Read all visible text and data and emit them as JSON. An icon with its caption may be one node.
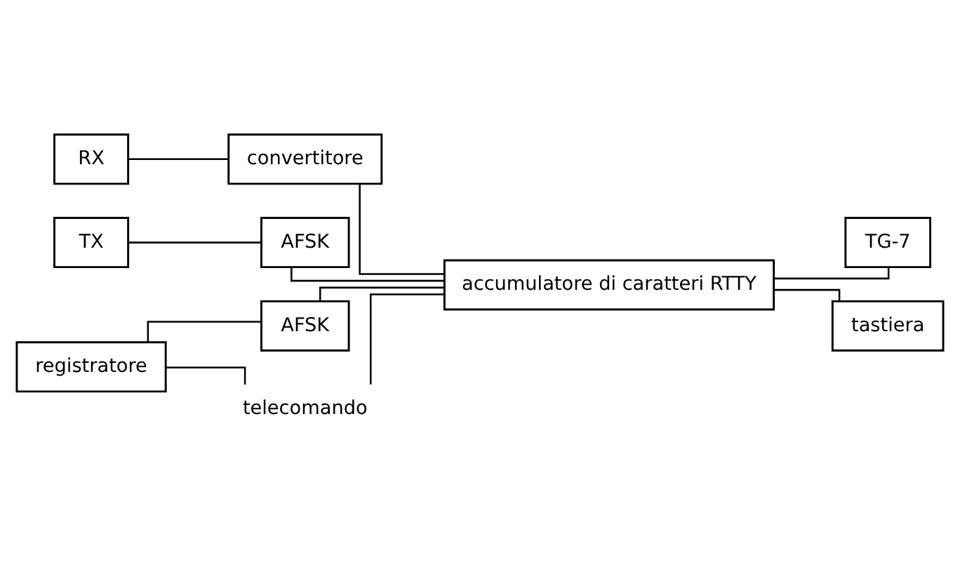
{
  "diagram": {
    "nodes": [
      {
        "text": [
          "RX"
        ]
      },
      {
        "text": [
          "convertitore"
        ]
      },
      {
        "text": [
          "TX"
        ]
      },
      {
        "text": [
          "AFSK"
        ]
      },
      {
        "text": [
          "accumulatore di caratteri RTTY"
        ]
      },
      {
        "text": [
          "TG-7"
        ]
      },
      {
        "text": [
          "registratore"
        ]
      },
      {
        "text": [
          "AFSK"
        ]
      },
      {
        "text": [
          "tastiera"
        ]
      },
      {
        "text": [
          "telecomando"
        ]
      }
    ],
    "edges": [
      {
        "from": 0,
        "to": 1,
        "arrow": "none"
      },
      {
        "from": 1,
        "to": 4,
        "arrow": "none"
      },
      {
        "from": 2,
        "to": 3,
        "arrow": "none"
      },
      {
        "from": 3,
        "to": 4,
        "arrow": "none"
      },
      {
        "from": 6,
        "to": 7,
        "arrow": "none"
      },
      {
        "from": 7,
        "to": 4,
        "arrow": "none"
      },
      {
        "from": 4,
        "to": 5,
        "arrow": "none"
      },
      {
        "from": 4,
        "to": 8,
        "arrow": "none"
      },
      {
        "from": 6,
        "to": 9,
        "arrow": "none"
      },
      {
        "from": 9,
        "to": 4,
        "arrow": "none"
      }
    ]
  }
}
